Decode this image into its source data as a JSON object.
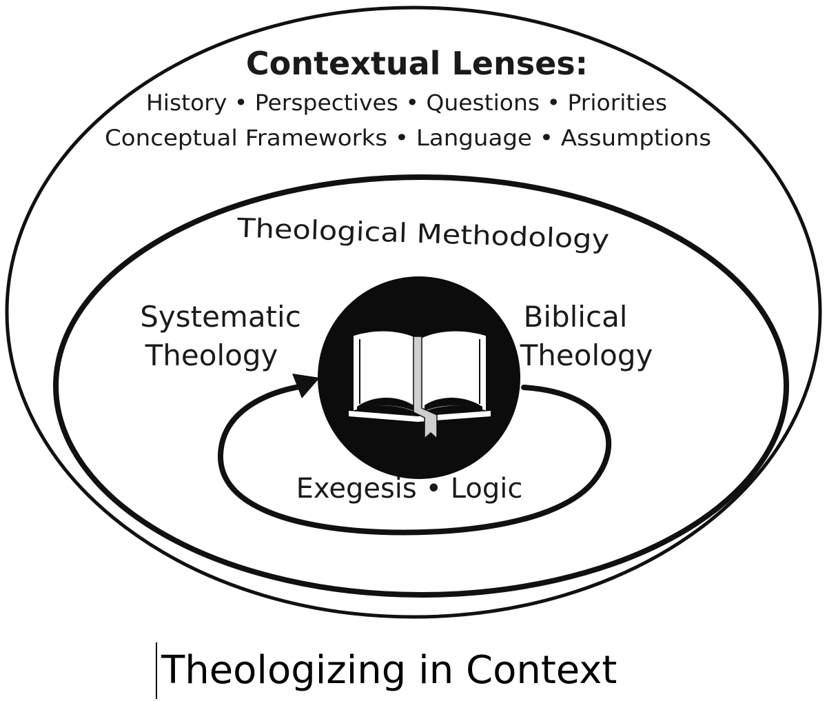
{
  "outer_ring": {
    "title": "Contextual Lenses:",
    "line1": "History • Perspectives • Questions • Priorities",
    "line2": "Conceptual Frameworks • Language • Assumptions"
  },
  "middle_ring": {
    "title": "Theological Methodology",
    "left_label": [
      "Systematic",
      "Theology"
    ],
    "right_label": [
      "Biblical",
      "Theology"
    ],
    "cycle_label": "Exegesis • Logic"
  },
  "center": {
    "icon": "open-book-icon"
  },
  "caption": "Theologizing in Context"
}
